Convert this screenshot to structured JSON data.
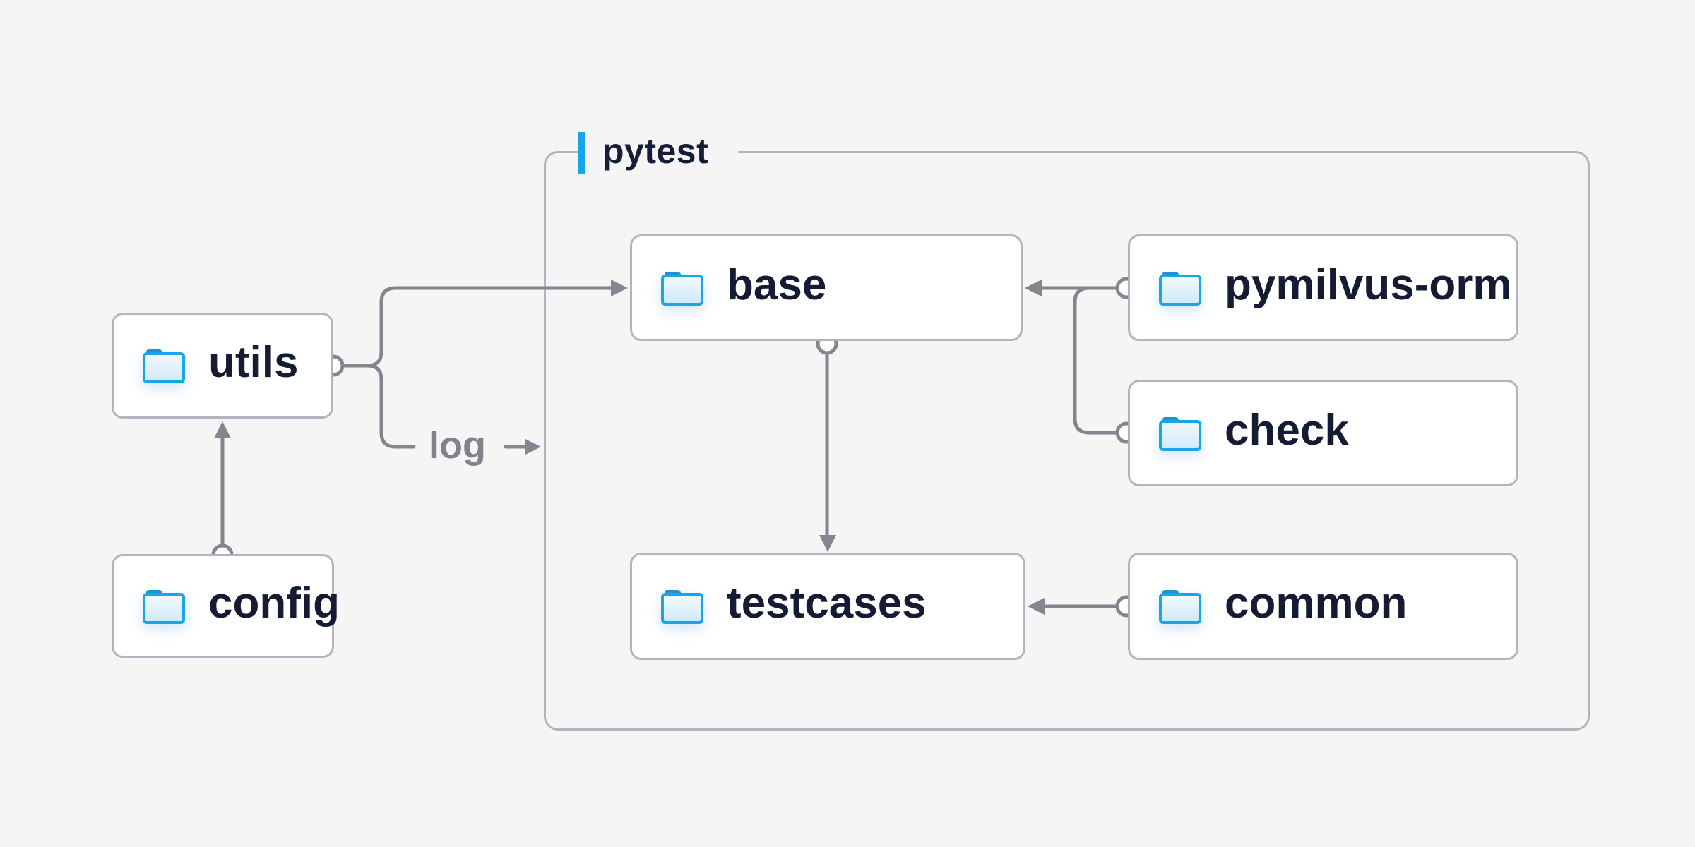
{
  "diagram": {
    "container": {
      "label": "pytest"
    },
    "nodes": [
      {
        "id": "utils",
        "label": "utils",
        "icon": "folder-icon",
        "inside_group": false
      },
      {
        "id": "config",
        "label": "config",
        "icon": "folder-icon",
        "inside_group": false
      },
      {
        "id": "base",
        "label": "base",
        "icon": "folder-icon",
        "inside_group": true
      },
      {
        "id": "pymilvus-orm",
        "label": "pymilvus-orm",
        "icon": "folder-icon",
        "inside_group": true
      },
      {
        "id": "check",
        "label": "check",
        "icon": "folder-icon",
        "inside_group": true
      },
      {
        "id": "testcases",
        "label": "testcases",
        "icon": "folder-icon",
        "inside_group": true
      },
      {
        "id": "common",
        "label": "common",
        "icon": "folder-icon",
        "inside_group": true
      }
    ],
    "edges": [
      {
        "from": "config",
        "to": "utils",
        "label": ""
      },
      {
        "from": "utils",
        "to": "base",
        "label": ""
      },
      {
        "from": "utils",
        "to": "pytest",
        "label": "log"
      },
      {
        "from": "base",
        "to": "testcases",
        "label": ""
      },
      {
        "from": "pymilvus-orm",
        "to": "base",
        "label": ""
      },
      {
        "from": "check",
        "to": "base",
        "label": ""
      },
      {
        "from": "common",
        "to": "testcases",
        "label": ""
      }
    ],
    "colors": {
      "background": "#f5f5f6",
      "node_background": "#ffffff",
      "node_border": "#b4b4c0",
      "connector": "#85858f",
      "node_text": "#141c33",
      "edge_label_text": "#82828c",
      "accent_blue": "#18a6e9",
      "folder_outline": "#18a6e9",
      "folder_tab": "#1d93d4"
    }
  }
}
